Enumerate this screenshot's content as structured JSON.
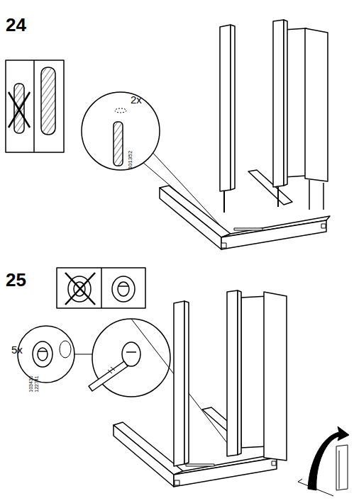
{
  "diagram": {
    "labels": [
      "24",
      "2x",
      "101352",
      "25",
      "5x",
      "103430",
      "122741"
    ]
  }
}
